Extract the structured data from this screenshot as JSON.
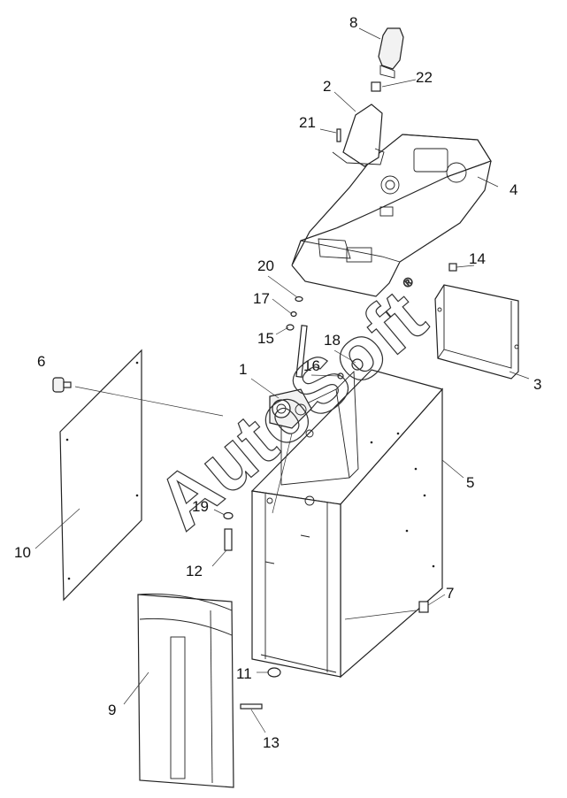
{
  "diagram": {
    "callouts": [
      "1",
      "2",
      "3",
      "4",
      "5",
      "6",
      "7",
      "8",
      "9",
      "10",
      "11",
      "12",
      "13",
      "14",
      "15",
      "16",
      "17",
      "18",
      "19",
      "20",
      "21",
      "22"
    ]
  },
  "watermark": {
    "text": "AutoSoft",
    "symbol": "®"
  }
}
